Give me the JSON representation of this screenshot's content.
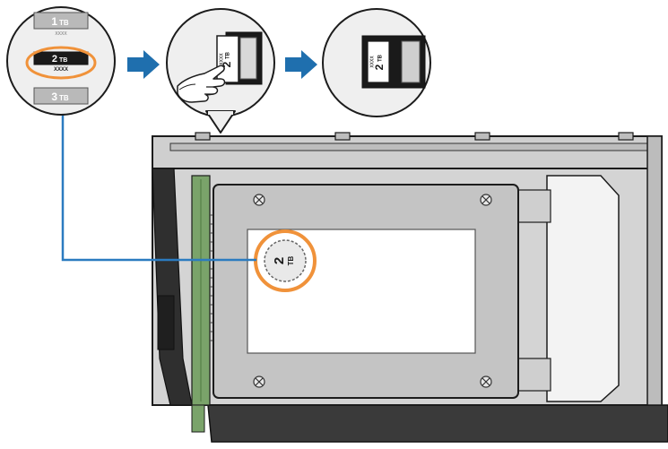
{
  "labels": {
    "chart_1tb_size": "1",
    "chart_1tb_unit": "TB",
    "chart_2tb_size": "2",
    "chart_2tb_unit": "TB",
    "chart_2tb_sub": "XXXX",
    "chart_3tb_size": "3",
    "chart_3tb_unit": "TB",
    "step2_tag_size": "2",
    "step2_tag_unit": "TB",
    "step2_tag_sub": "XXXX",
    "step3_tag_size": "2",
    "step3_tag_unit": "TB",
    "step3_tag_sub": "XXXX",
    "drive_label_size": "2",
    "drive_label_unit": "TB"
  },
  "colors": {
    "highlight_orange": "#f0923a",
    "step_arrow_blue": "#1f6fae",
    "leader_line_blue": "#2b7bc0",
    "outline": "#1c1c1c",
    "bay_gray": "#d4d4d4",
    "drive_gray": "#c4c4c4",
    "label_white": "#ffffff"
  },
  "icons": [
    "arrow-right-icon",
    "hand-icon",
    "screw-icon"
  ]
}
